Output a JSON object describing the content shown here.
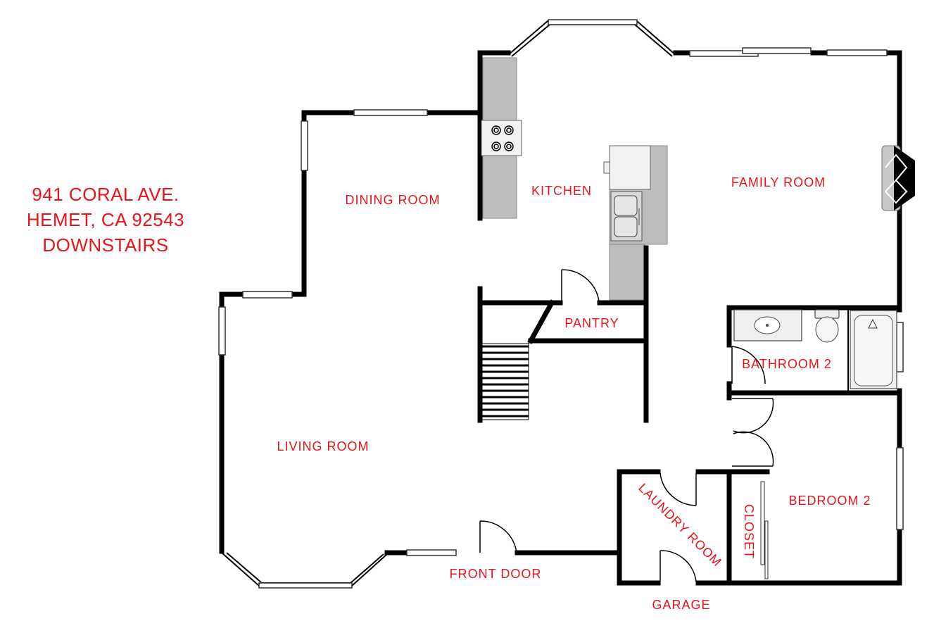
{
  "address": {
    "line1": "941 CORAL AVE.",
    "line2": "HEMET, CA 92543",
    "line3": "DOWNSTAIRS"
  },
  "rooms": {
    "dining_room": "DINING ROOM",
    "kitchen": "KITCHEN",
    "family_room": "FAMILY ROOM",
    "pantry": "PANTRY",
    "bathroom_2": "BATHROOM 2",
    "living_room": "LIVING ROOM",
    "bedroom_2": "BEDROOM 2",
    "laundry_room": "LAUNDRY ROOM",
    "closet": "CLOSET",
    "front_door": "FRONT DOOR",
    "garage": "GARAGE"
  },
  "colors": {
    "label": "#e8141b",
    "wall": "#000000",
    "counter": "#bdbdbd"
  }
}
